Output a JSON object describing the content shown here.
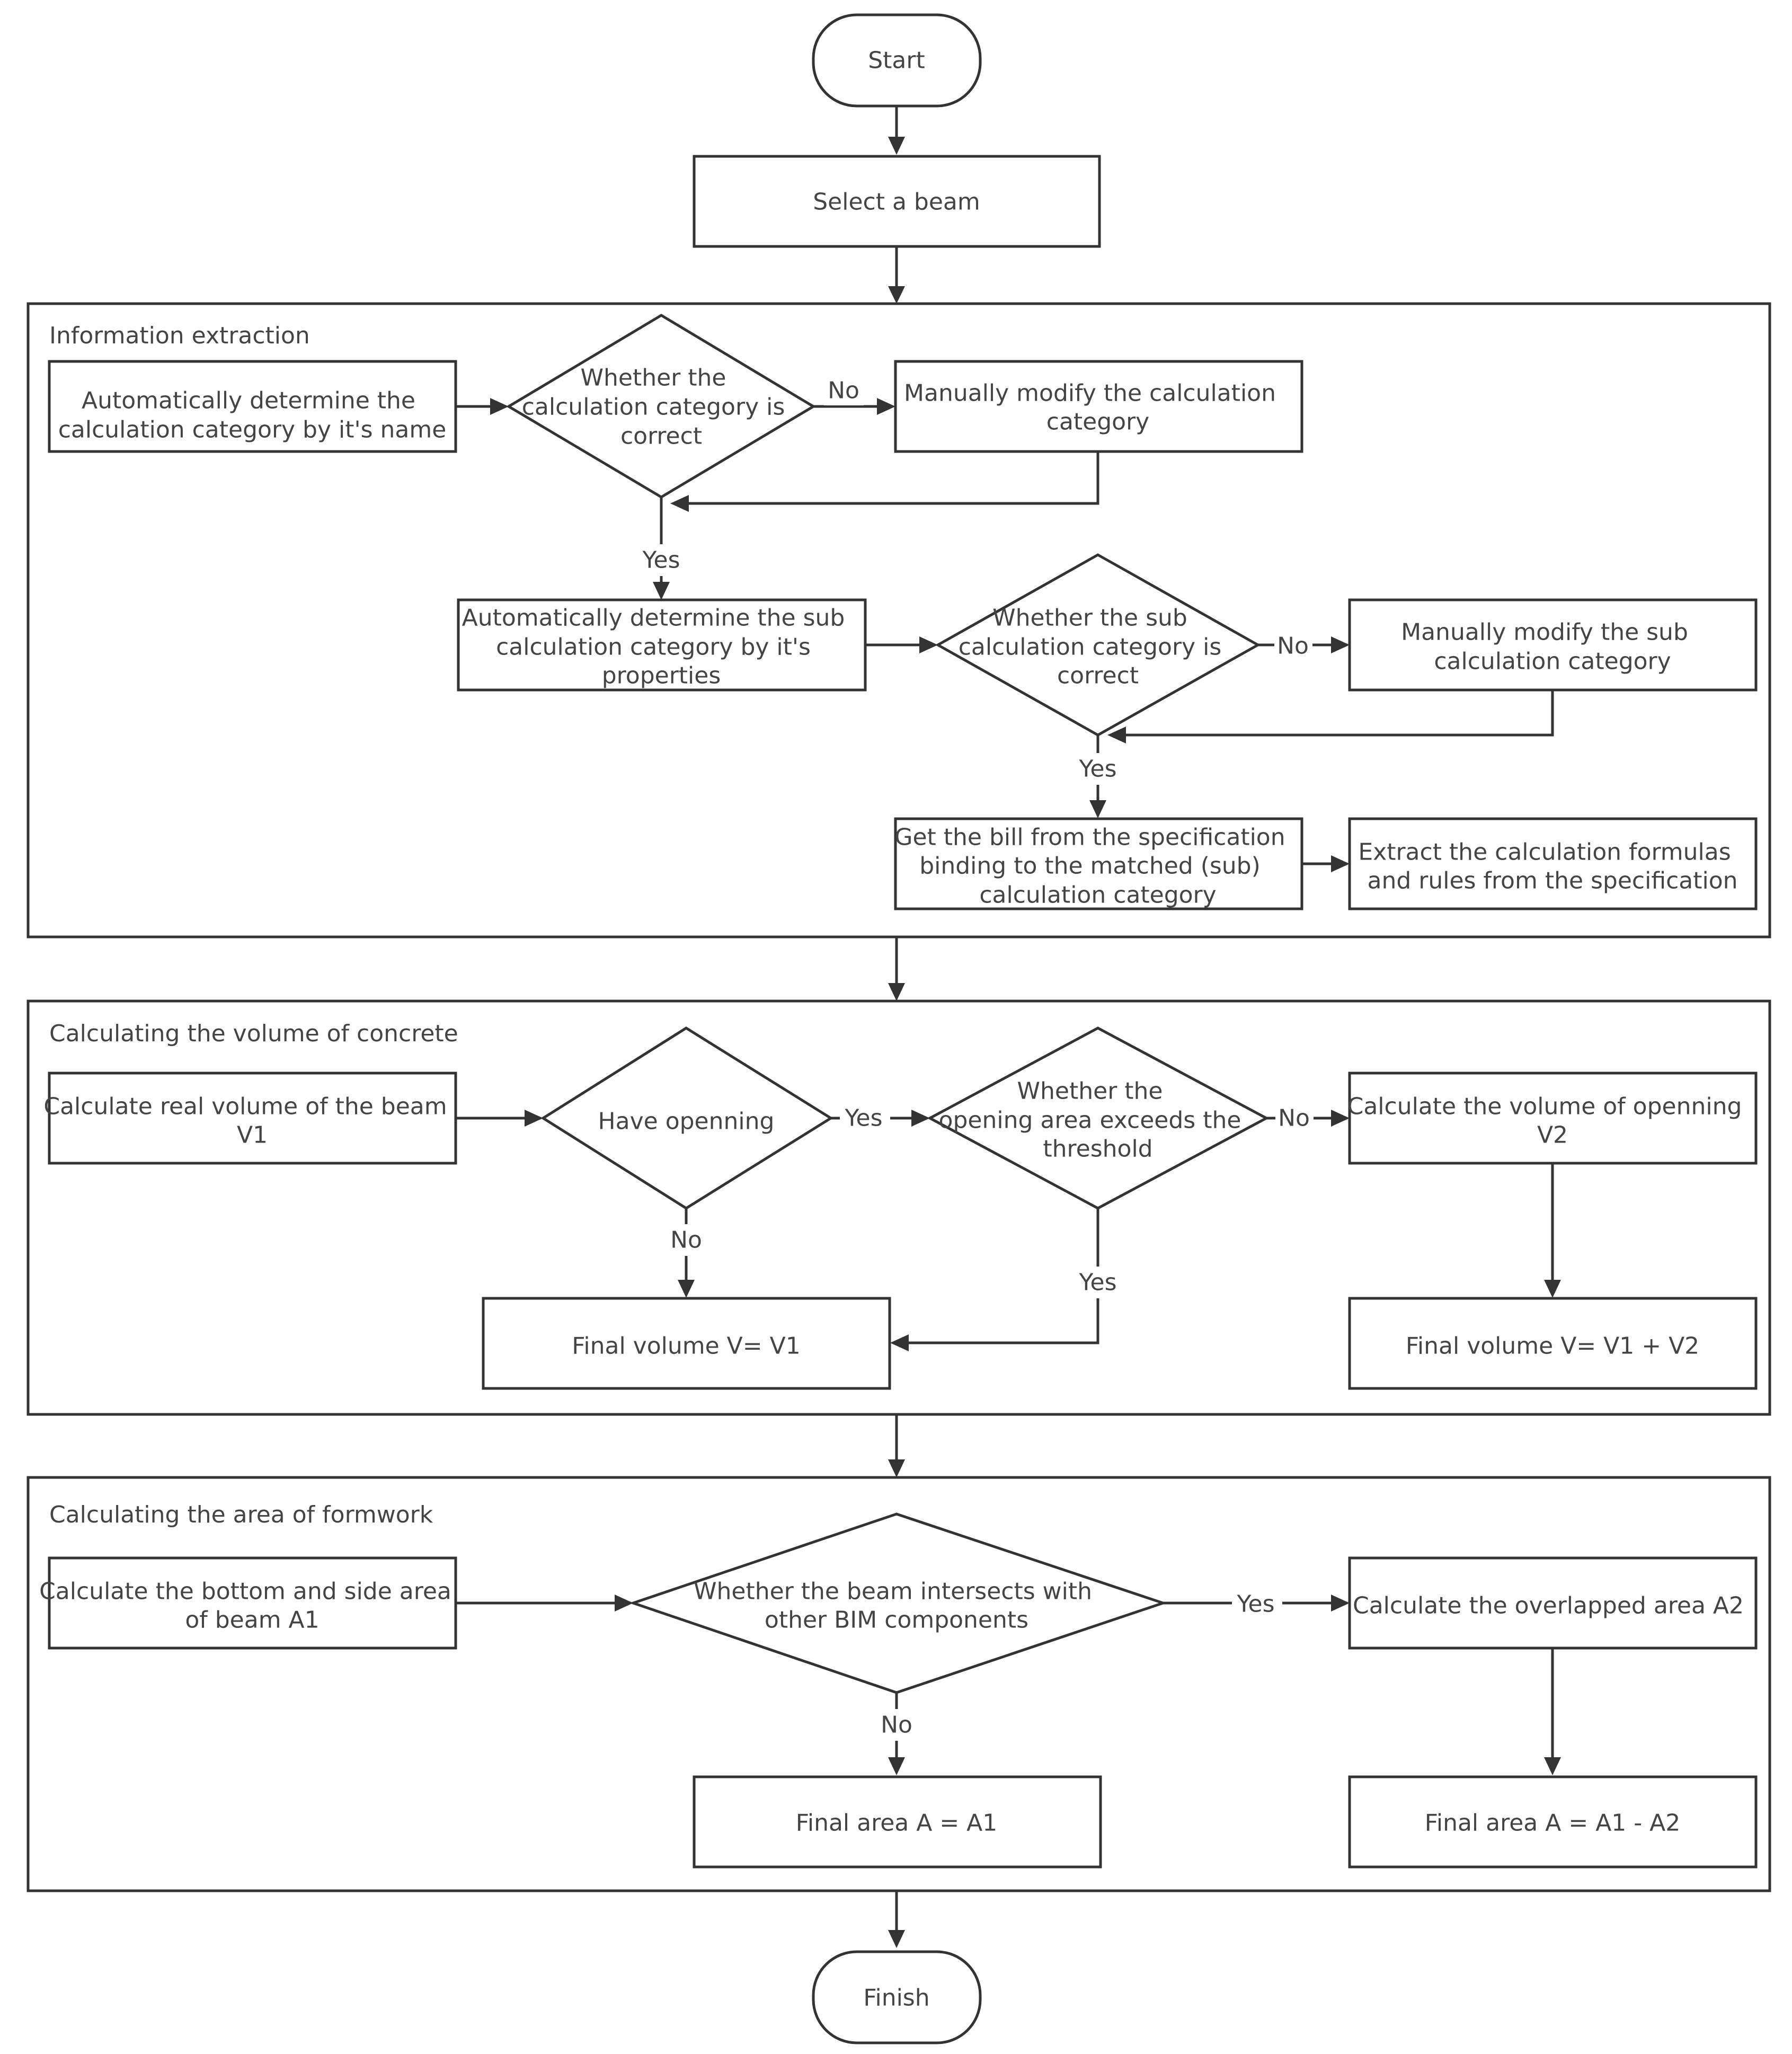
{
  "nodes": {
    "start": "Start",
    "select_beam": "Select a beam",
    "auto_cat": [
      "Automatically determine the",
      "calculation category by it's name"
    ],
    "q_cat": [
      "Whether the",
      "calculation category is",
      "correct"
    ],
    "manual_cat": [
      "Manually modify the  calculation",
      "category"
    ],
    "auto_sub": [
      "Automatically determine the sub",
      "calculation category by it's",
      "properties"
    ],
    "q_sub": [
      "Whether the sub",
      "calculation category is",
      "correct"
    ],
    "manual_sub": [
      "Manually modify the  sub",
      "calculation category"
    ],
    "get_bill": [
      "Get the bill from the specification",
      "binding to the matched  (sub)",
      "calculation category"
    ],
    "extract": [
      "Extract the calculation formulas",
      "and rules from the specification"
    ],
    "calc_v1": [
      "Calculate real volume of the beam",
      "V1"
    ],
    "have_open": [
      "Have openning"
    ],
    "q_threshold": [
      "Whether the",
      "opening area exceeds the",
      "threshold"
    ],
    "calc_v2": [
      "Calculate the volume of openning",
      "V2"
    ],
    "final_v1": "Final volume V= V1",
    "final_v1v2": "Final volume V= V1 + V2",
    "calc_a1": [
      "Calculate the bottom and side area",
      "of beam A1"
    ],
    "q_intersect": [
      "Whether the beam intersects with",
      "other BIM components"
    ],
    "calc_a2": "Calculate the overlapped area  A2",
    "final_a1": "Final area A = A1",
    "final_a1a2": "Final area A = A1 - A2",
    "finish": "Finish"
  },
  "groups": {
    "info": "Information extraction",
    "concrete": "Calculating the volume of concrete",
    "formwork": "Calculating the area of formwork"
  },
  "edge_labels": {
    "cat_no": "No",
    "cat_yes": "Yes",
    "sub_no": "No",
    "sub_yes": "Yes",
    "open_yes": "Yes",
    "open_no": "No",
    "thr_no": "No",
    "thr_yes": "Yes",
    "int_yes": "Yes",
    "int_no": "No"
  }
}
